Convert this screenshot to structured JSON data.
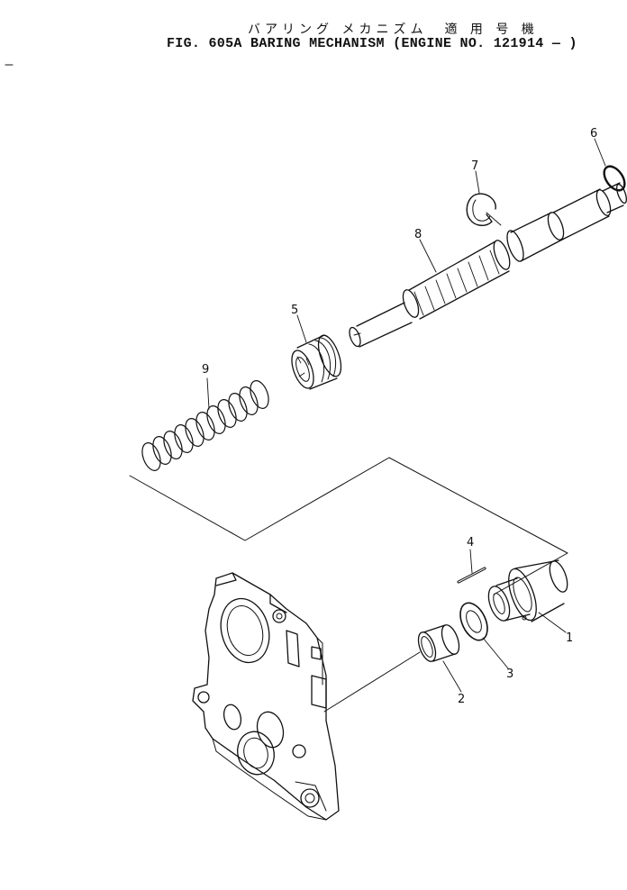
{
  "title_jp": "バアリング メカニズム　適 用 号 機",
  "title_en": "FIG. 605A  BARING MECHANISM (ENGINE NO. 121914 — )",
  "callouts": {
    "p1": "1",
    "p2": "2",
    "p3": "3",
    "p4": "4",
    "p5": "5",
    "p6": "6",
    "p7": "7",
    "p8": "8",
    "p9": "9"
  }
}
